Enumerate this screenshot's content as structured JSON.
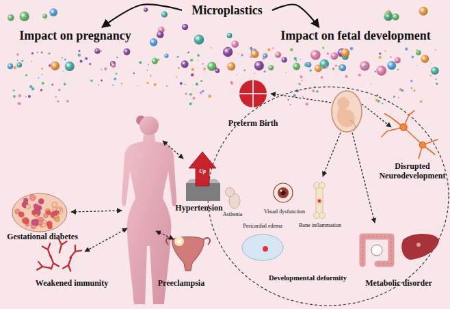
{
  "diagram": {
    "nodes": [
      {
        "text": [
          "Microplastics"
        ]
      },
      {
        "text": [
          "Impact on pregnancy"
        ]
      },
      {
        "text": [
          "Impact on fetal development"
        ]
      },
      {
        "text": [
          "Preterm Birth"
        ]
      },
      {
        "text": [
          "Disrupted Neurodevelopment"
        ]
      },
      {
        "text": [
          "Hypertension"
        ]
      },
      {
        "text": [
          "Asthenia"
        ]
      },
      {
        "text": [
          "Visual dysfunction"
        ]
      },
      {
        "text": [
          "Bone inflammation"
        ]
      },
      {
        "text": [
          "Gestational diabetes"
        ]
      },
      {
        "text": [
          "Pericardial edema"
        ]
      },
      {
        "text": [
          "Metabolic disorder"
        ]
      },
      {
        "text": [
          "Preeclampsia"
        ]
      },
      {
        "text": [
          "Weakened immunity"
        ]
      }
    ],
    "edges": [
      {
        "from": 0,
        "to": 1,
        "arrow": "to"
      },
      {
        "from": 0,
        "to": 2,
        "arrow": "to"
      }
    ],
    "labels": [
      "Up",
      "Developmental deformity"
    ]
  }
}
